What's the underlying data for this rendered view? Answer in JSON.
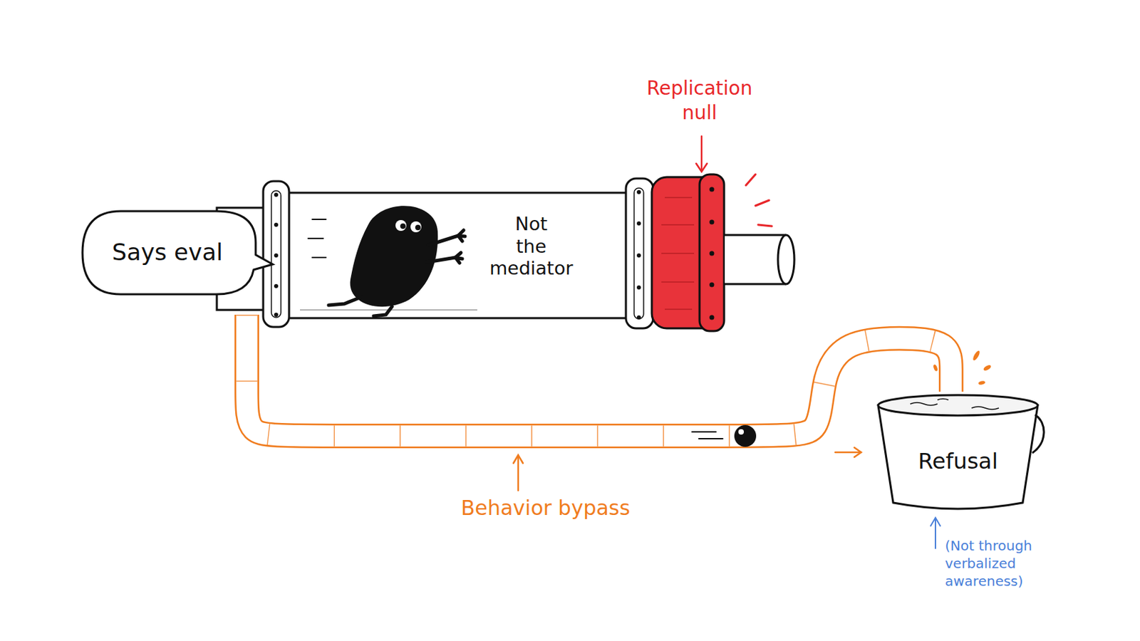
{
  "diagram": {
    "nodes": [
      {
        "text": [
          "Says eval"
        ]
      },
      {
        "text": [
          "Not the mediator"
        ]
      },
      {
        "text": [
          "Refusal"
        ]
      }
    ],
    "edges": [
      {
        "from": 1,
        "to": 2,
        "arrow": "to",
        "label": "Behavior bypass"
      }
    ],
    "labels": [
      "Replication null",
      "(Not through verbalized awareness)"
    ]
  }
}
